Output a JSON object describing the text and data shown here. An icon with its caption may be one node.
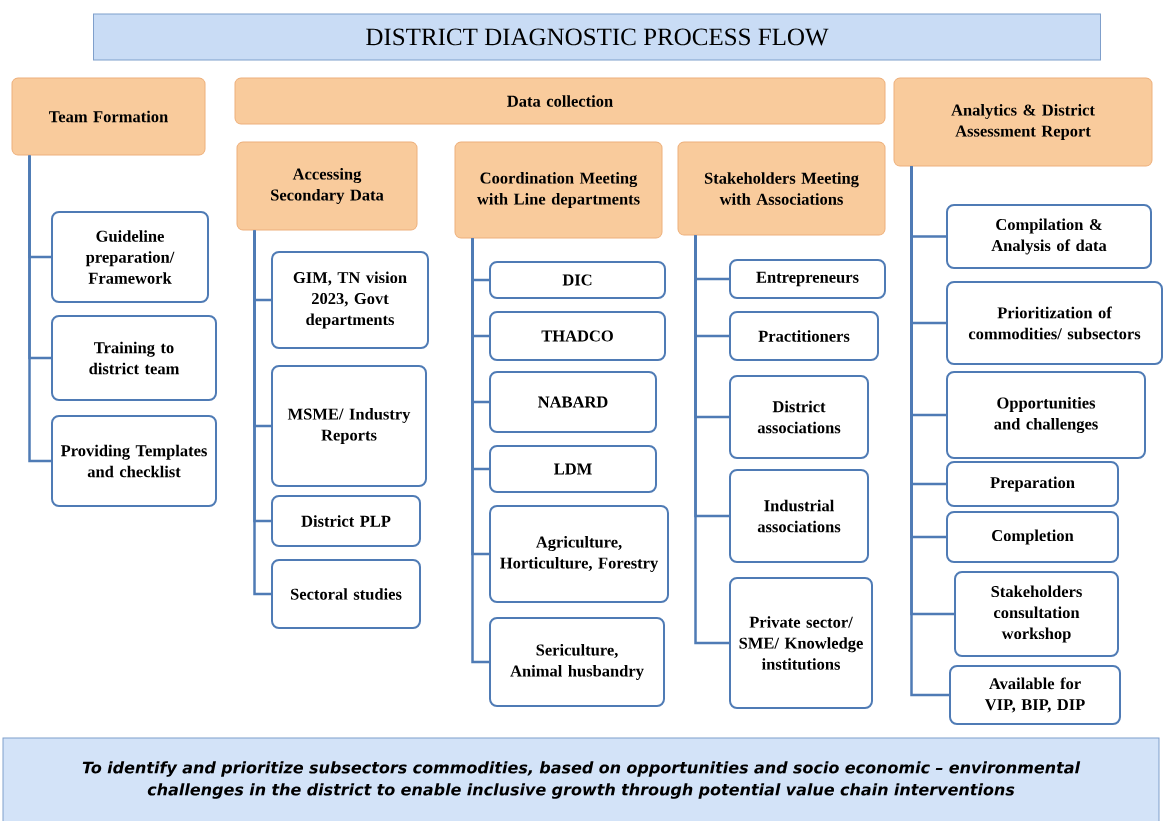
{
  "diagram": {
    "title": "DISTRICT DIAGNOSTIC PROCESS FLOW",
    "caption": "To identify and prioritize subsectors commodities, based on opportunities and socio economic – environmental challenges in the district to enable inclusive growth through potential value chain interventions",
    "nodes": [
      {
        "text": [
          "Team Formation"
        ]
      },
      {
        "text": [
          "Guideline preparation/ Framework"
        ]
      },
      {
        "text": [
          "Training to district team"
        ]
      },
      {
        "text": [
          "Providing Templates and checklist"
        ]
      },
      {
        "text": [
          "Data collection"
        ]
      },
      {
        "text": [
          "Accessing Secondary Data"
        ]
      },
      {
        "text": [
          "GIM, TN vision 2023, Govt departments"
        ]
      },
      {
        "text": [
          "MSME/ Industry Reports"
        ]
      },
      {
        "text": [
          "District PLP"
        ]
      },
      {
        "text": [
          "Sectoral studies"
        ]
      },
      {
        "text": [
          "Coordination Meeting with Line departments"
        ]
      },
      {
        "text": [
          "DIC"
        ]
      },
      {
        "text": [
          "THADCO"
        ]
      },
      {
        "text": [
          "NABARD"
        ]
      },
      {
        "text": [
          "LDM"
        ]
      },
      {
        "text": [
          "Agriculture, Horticulture, Forestry"
        ]
      },
      {
        "text": [
          "Sericulture, Animal husbandry"
        ]
      },
      {
        "text": [
          "Stakeholders Meeting with Associations"
        ]
      },
      {
        "text": [
          "Entrepreneurs"
        ]
      },
      {
        "text": [
          "Practitioners"
        ]
      },
      {
        "text": [
          "District associations"
        ]
      },
      {
        "text": [
          "Industrial associations"
        ]
      },
      {
        "text": [
          "Private sector/ SME/ Knowledge institutions"
        ]
      },
      {
        "text": [
          "Analytics & District Assessment Report"
        ]
      },
      {
        "text": [
          "Compilation & Analysis of data"
        ]
      },
      {
        "text": [
          "Prioritization of commodities/ subsectors"
        ]
      },
      {
        "text": [
          "Opportunities and challenges"
        ]
      },
      {
        "text": [
          "Preparation"
        ]
      },
      {
        "text": [
          "Completion"
        ]
      },
      {
        "text": [
          "Stakeholders consultation workshop"
        ]
      },
      {
        "text": [
          "Available for VIP, BIP, DIP"
        ]
      }
    ],
    "edges": [
      {
        "from": 0,
        "to": 1,
        "arrow": "none"
      },
      {
        "from": 0,
        "to": 2,
        "arrow": "none"
      },
      {
        "from": 0,
        "to": 3,
        "arrow": "none"
      },
      {
        "from": 5,
        "to": 6,
        "arrow": "none"
      },
      {
        "from": 5,
        "to": 7,
        "arrow": "none"
      },
      {
        "from": 5,
        "to": 8,
        "arrow": "none"
      },
      {
        "from": 5,
        "to": 9,
        "arrow": "none"
      },
      {
        "from": 10,
        "to": 11,
        "arrow": "none"
      },
      {
        "from": 10,
        "to": 12,
        "arrow": "none"
      },
      {
        "from": 10,
        "to": 13,
        "arrow": "none"
      },
      {
        "from": 10,
        "to": 14,
        "arrow": "none"
      },
      {
        "from": 10,
        "to": 15,
        "arrow": "none"
      },
      {
        "from": 10,
        "to": 16,
        "arrow": "none"
      },
      {
        "from": 17,
        "to": 18,
        "arrow": "none"
      },
      {
        "from": 17,
        "to": 19,
        "arrow": "none"
      },
      {
        "from": 17,
        "to": 20,
        "arrow": "none"
      },
      {
        "from": 17,
        "to": 21,
        "arrow": "none"
      },
      {
        "from": 17,
        "to": 22,
        "arrow": "none"
      },
      {
        "from": 23,
        "to": 24,
        "arrow": "none"
      },
      {
        "from": 23,
        "to": 25,
        "arrow": "none"
      },
      {
        "from": 23,
        "to": 26,
        "arrow": "none"
      },
      {
        "from": 23,
        "to": 27,
        "arrow": "none"
      },
      {
        "from": 23,
        "to": 28,
        "arrow": "none"
      },
      {
        "from": 23,
        "to": 29,
        "arrow": "none"
      },
      {
        "from": 23,
        "to": 30,
        "arrow": "none"
      }
    ]
  }
}
